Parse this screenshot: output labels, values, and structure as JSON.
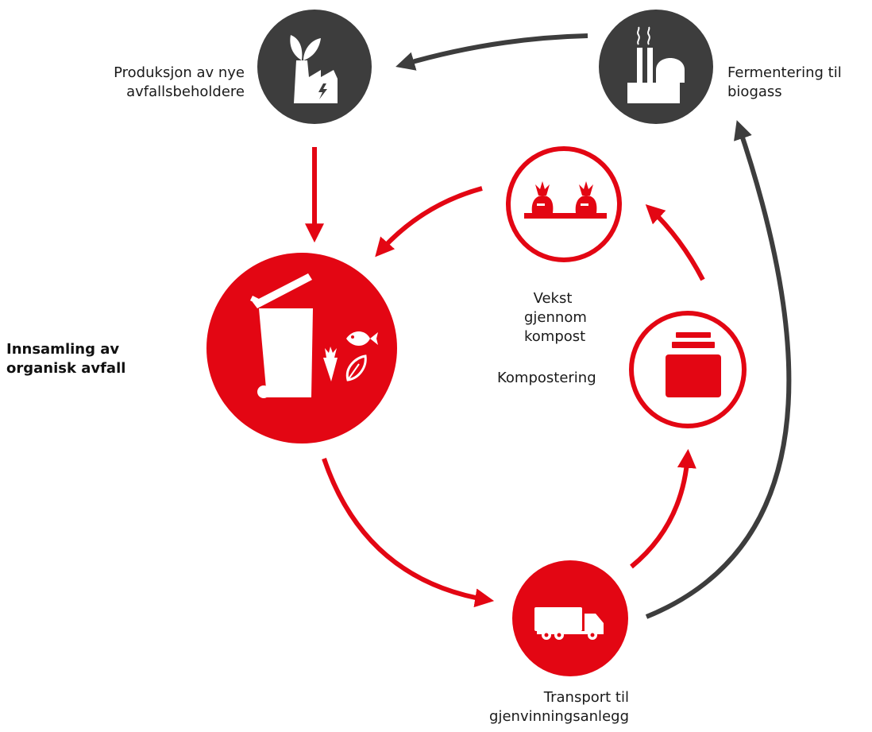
{
  "colors": {
    "red": "#e30613",
    "dark": "#3d3d3d",
    "white": "#ffffff"
  },
  "nodes": {
    "production": {
      "icon": "factory-leaf-icon",
      "label_lines": [
        "Produksjon av nye",
        "avfallsbeholdere"
      ]
    },
    "fermentation": {
      "icon": "biogas-plant-icon",
      "label_lines": [
        "Fermentering til",
        "biogass"
      ]
    },
    "growth": {
      "icon": "carrots-growing-icon",
      "label_lines": [
        "Vekst",
        "gjennom",
        "kompost"
      ]
    },
    "composting": {
      "icon": "compost-container-icon",
      "label_lines": [
        "Kompostering"
      ]
    },
    "collection": {
      "icon": "organic-waste-bin-icon",
      "label_lines": [
        "Innsamling av",
        "organisk avfall"
      ]
    },
    "transport": {
      "icon": "truck-icon",
      "label_lines": [
        "Transport til",
        "gjenvinningsanlegg"
      ]
    }
  }
}
